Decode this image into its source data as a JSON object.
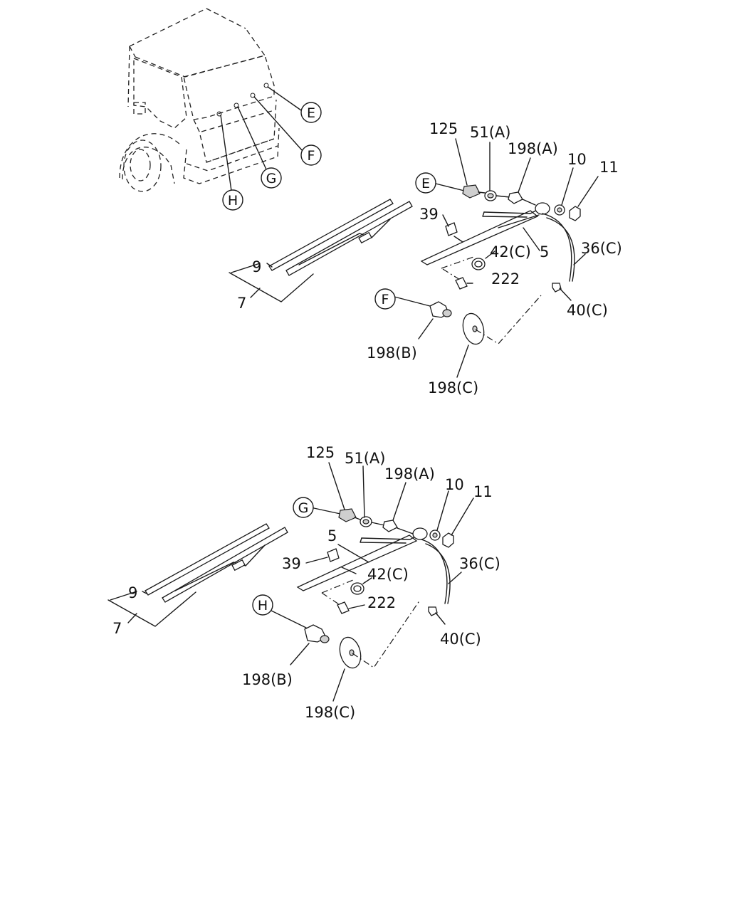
{
  "markers": {
    "truck": [
      "E",
      "F",
      "G",
      "H"
    ],
    "upper": [
      "E",
      "F"
    ],
    "lower": [
      "G",
      "H"
    ]
  },
  "upper_assembly": {
    "labels": {
      "p125": "125",
      "p51a": "51(A)",
      "p198a": "198(A)",
      "p10": "10",
      "p11": "11",
      "p39": "39",
      "p42c": "42(C)",
      "p5": "5",
      "p36c": "36(C)",
      "p222": "222",
      "p40c": "40(C)",
      "p9": "9",
      "p7": "7",
      "p198b": "198(B)",
      "p198c": "198(C)"
    }
  },
  "lower_assembly": {
    "labels": {
      "p125": "125",
      "p51a": "51(A)",
      "p198a": "198(A)",
      "p10": "10",
      "p11": "11",
      "p5": "5",
      "p39": "39",
      "p42c": "42(C)",
      "p36c": "36(C)",
      "p222": "222",
      "p40c": "40(C)",
      "p9": "9",
      "p7": "7",
      "p198b": "198(B)",
      "p198c": "198(C)"
    }
  }
}
